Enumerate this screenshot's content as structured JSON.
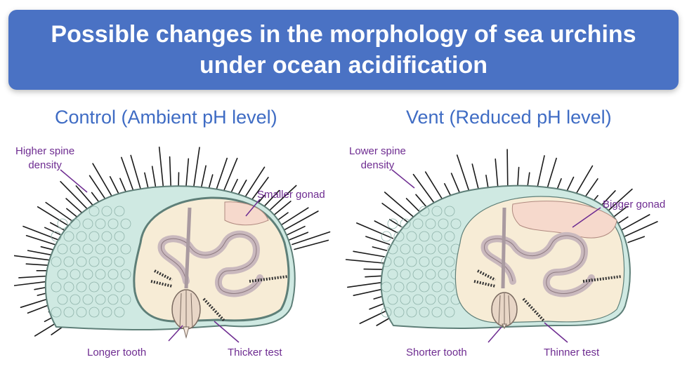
{
  "title": {
    "line1": "Possible changes in the morphology of sea urchins",
    "line2": "under ocean acidification"
  },
  "panels": [
    {
      "heading": "Control (Ambient pH level)",
      "labels": {
        "spine_line1": "Higher spine",
        "spine_line2": "density",
        "gonad": "Smaller gonad",
        "tooth": "Longer tooth",
        "test": "Thicker test"
      }
    },
    {
      "heading": "Vent (Reduced pH level)",
      "labels": {
        "spine_line1": "Lower spine",
        "spine_line2": "density",
        "gonad": "Bigger gonad",
        "tooth": "Shorter tooth",
        "test": "Thinner test"
      }
    }
  ],
  "colors": {
    "banner": "#4a72c4",
    "heading": "#3f6cc4",
    "annotation": "#6e2c91",
    "test_shell": "#cfe9e2",
    "interior": "#f7ecd6",
    "gonad": "#f6d9cc",
    "gut": "#c9b8bd",
    "spine": "#1a1a1a"
  }
}
